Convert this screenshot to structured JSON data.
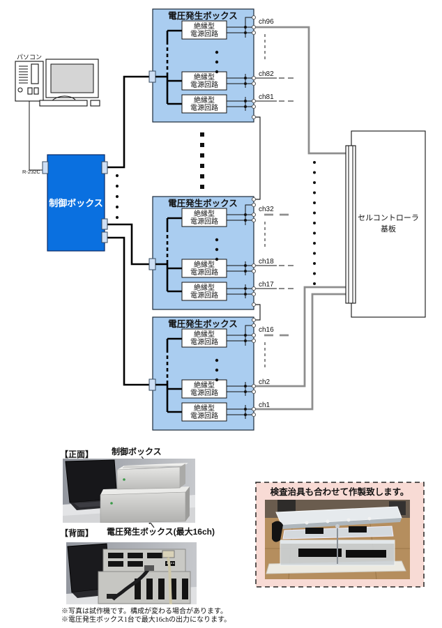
{
  "diagram": {
    "pc_label": "パソコン",
    "rs232c_label": "R-232C",
    "control_box_label": "制御ボックス",
    "voltage_box_title": "電圧発生ボックス",
    "circuit_line1": "絶縁型",
    "circuit_line2": "電源回路",
    "cell_controller_line1": "セルコントローラ",
    "cell_controller_line2": "基板",
    "boxes": [
      {
        "channels": [
          "ch96",
          "ch82",
          "ch81"
        ]
      },
      {
        "channels": [
          "ch32",
          "ch18",
          "ch17"
        ]
      },
      {
        "channels": [
          "ch16",
          "ch2",
          "ch1"
        ]
      }
    ],
    "colors": {
      "voltage_box_fill": "#aacdf0",
      "control_box_fill": "#0a70e0",
      "wire_gray": "#8e8e8e",
      "port_fill": "#cfe0f5"
    }
  },
  "photos": {
    "front_view_label": "【正面】",
    "front_caption": "制御ボックス",
    "back_view_label": "【背面】",
    "back_caption": "電圧発生ボックス(最大16ch)"
  },
  "jig": {
    "caption": "検査治具も合わせて作製致します。",
    "panel_color": "#f8dbd5"
  },
  "notes": [
    "※写真は試作機です。構成が変わる場合があります。",
    "※電圧発生ボックス1台で最大16chの出力になります。"
  ]
}
